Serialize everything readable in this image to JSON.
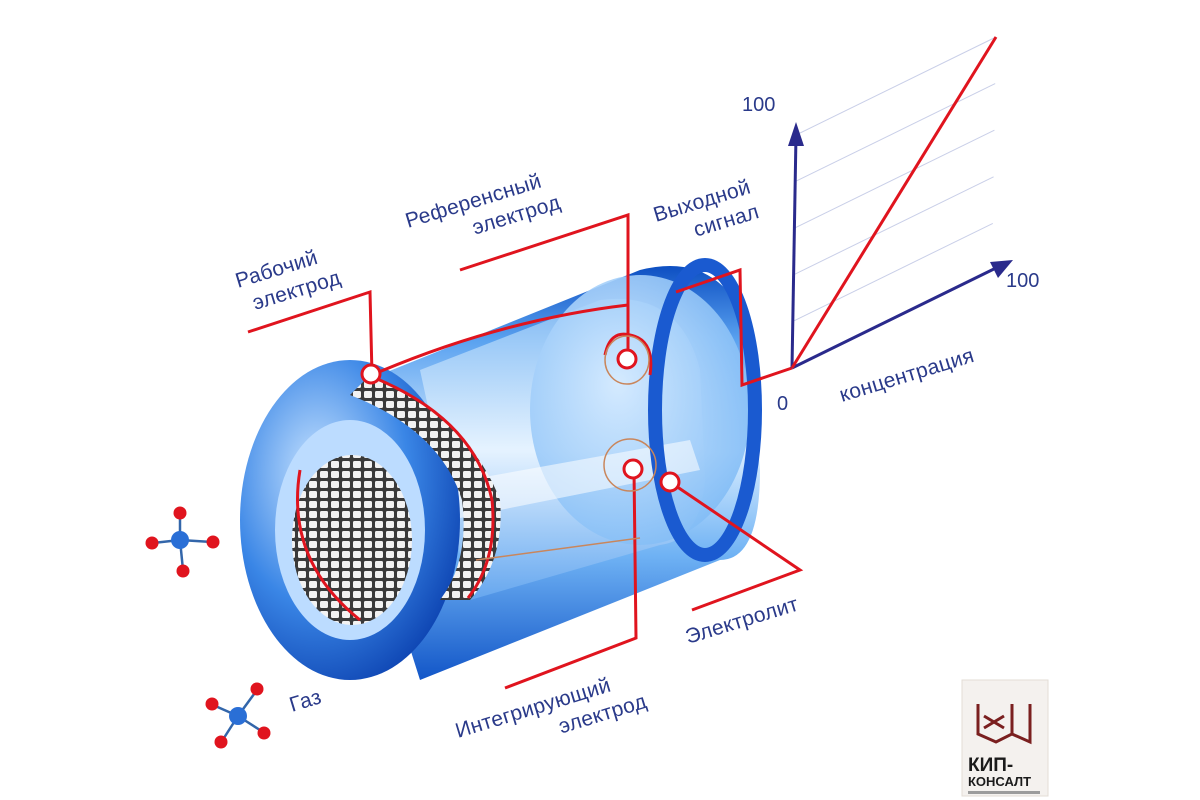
{
  "labels": {
    "working_electrode": [
      "Рабочий",
      "электрод"
    ],
    "reference_electrode": [
      "Референсный",
      "электрод"
    ],
    "output_signal": [
      "Выходной",
      "сигнал"
    ],
    "counter_electrode": [
      "Интегрирующий",
      "электрод"
    ],
    "electrolyte": "Электролит",
    "gas": "Газ"
  },
  "chart": {
    "y_max_label": "100",
    "x_max_label": "100",
    "origin_label": "0",
    "x_axis_label": "концентрация"
  },
  "chart_data": {
    "type": "line",
    "x": [
      0,
      100
    ],
    "y": [
      0,
      100
    ],
    "xlabel": "концентрация",
    "ylabel": "",
    "xlim": [
      0,
      100
    ],
    "ylim": [
      0,
      100
    ],
    "grid": true
  },
  "colors": {
    "body_blue": "#2a6fd6",
    "lead_red": "#e0141e",
    "axis_navy": "#2a2a8c",
    "label_text": "#2a3a8a"
  },
  "logo": {
    "line1": "КИП-",
    "line2": "КОНСАЛТ"
  }
}
